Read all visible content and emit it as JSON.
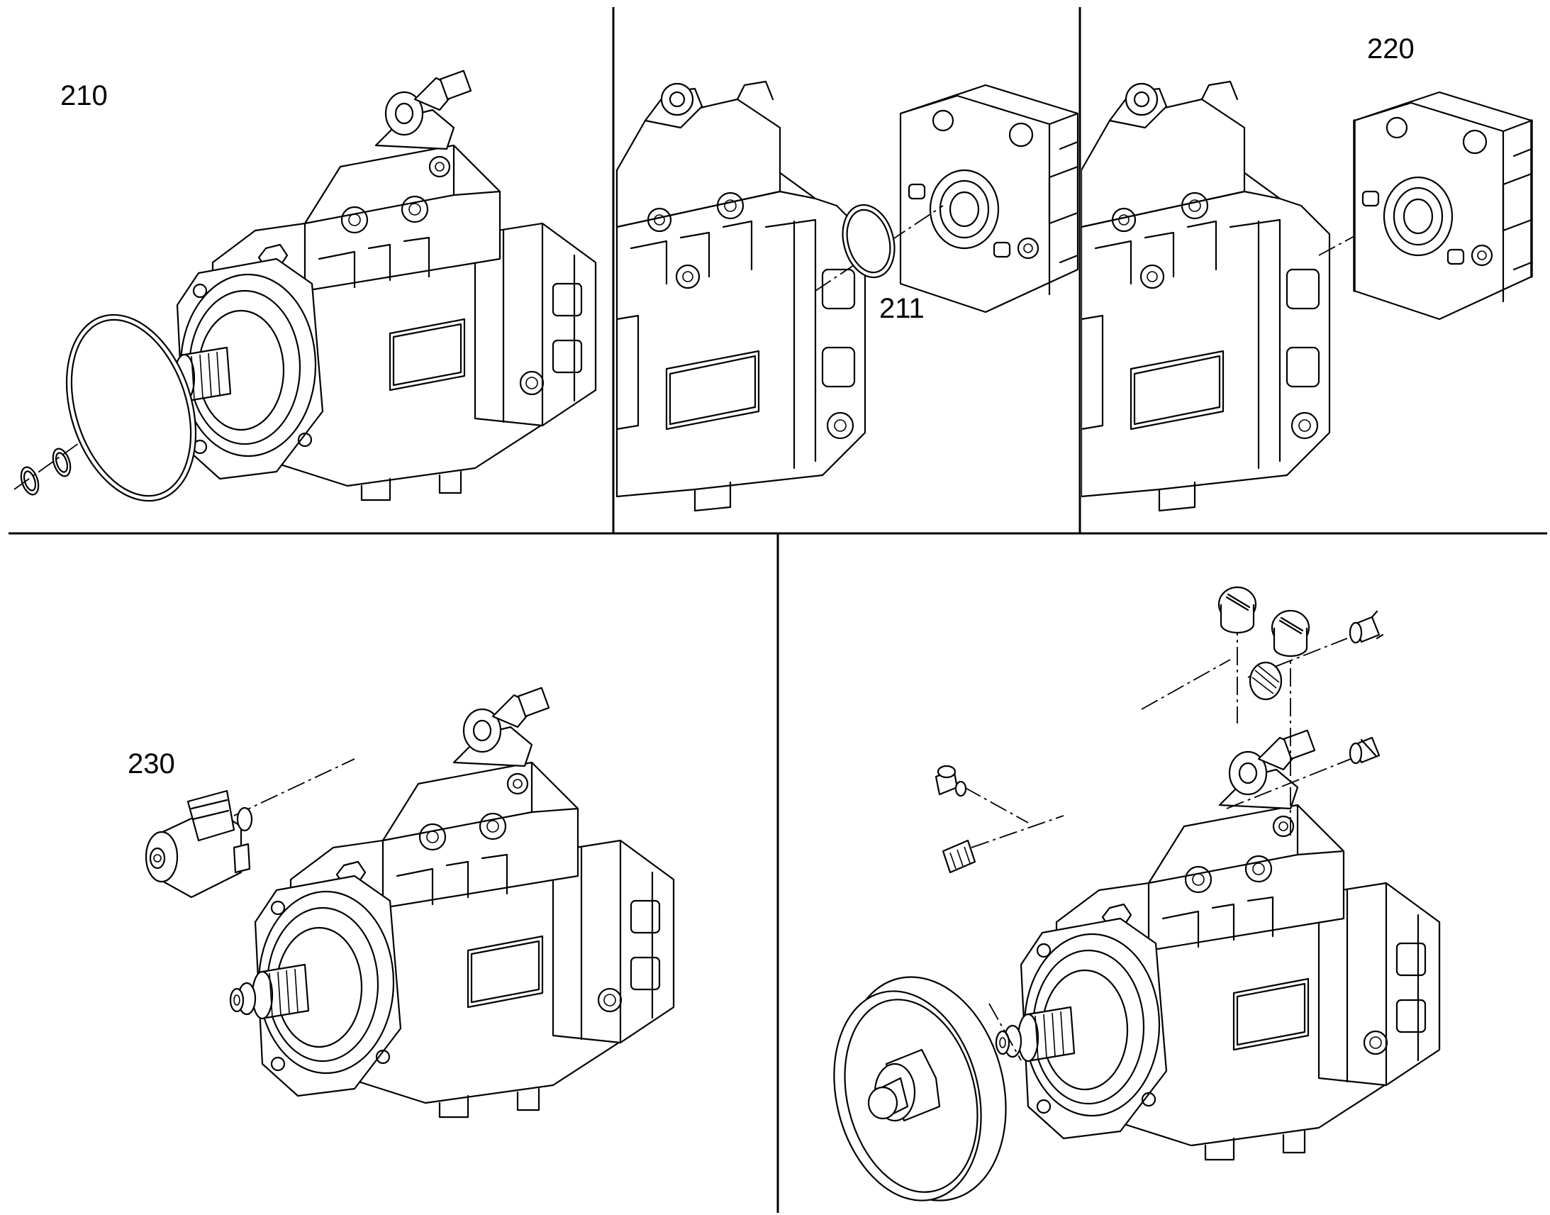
{
  "callouts": {
    "c210": "210",
    "c211": "211",
    "c220": "220",
    "c230": "230"
  }
}
